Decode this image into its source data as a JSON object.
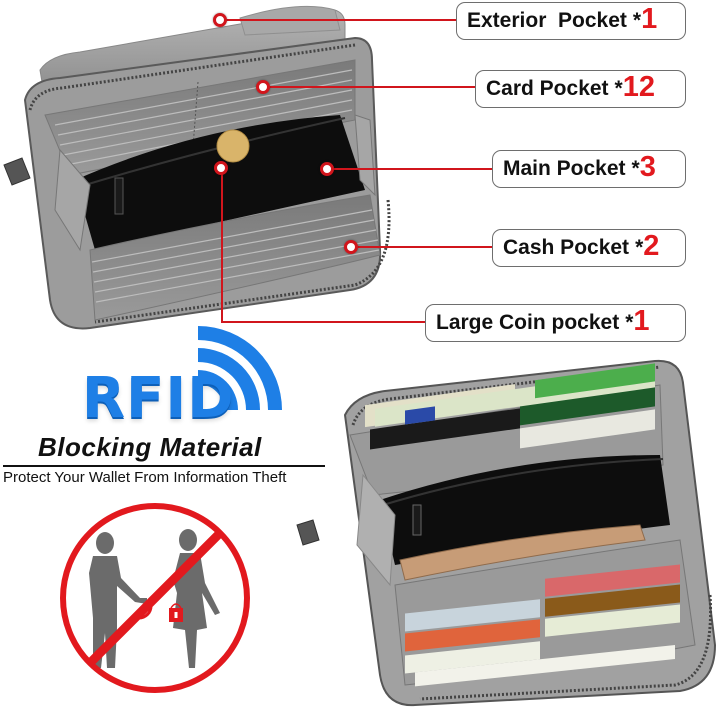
{
  "callouts": [
    {
      "label": "Exterior  Pocket",
      "star": "*",
      "count": "1"
    },
    {
      "label": "Card Pocket",
      "star": "*",
      "count": "12"
    },
    {
      "label": "Main Pocket",
      "star": "*",
      "count": "3"
    },
    {
      "label": "Cash Pocket",
      "star": "*",
      "count": "2"
    },
    {
      "label": "Large Coin pocket",
      "star": "*",
      "count": "1"
    }
  ],
  "rfid": {
    "logo_text": "RFID",
    "heading": "Blocking Material",
    "subheading": "Protect Your Wallet From Information Theft"
  },
  "icons": {
    "signal": "wifi-signal-icon",
    "prohibition": "no-rfid-theft-icon"
  },
  "colors": {
    "accent_red": "#e2191e",
    "leader_red": "#d1151c",
    "rfid_blue": "#1e7fe6",
    "wallet_gray": "#8e8e8e",
    "silhouette_gray": "#6b6b6b"
  }
}
